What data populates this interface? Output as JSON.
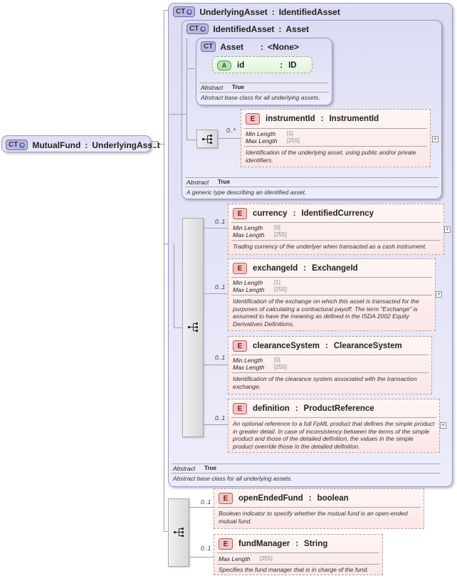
{
  "root": {
    "badge": "CT",
    "name": "MutualFund",
    "sep": ":",
    "type": "UnderlyingAsset"
  },
  "underlying": {
    "badge": "CT",
    "name": "UnderlyingAsset",
    "sep": ":",
    "type": "IdentifiedAsset",
    "abstract_label": "Abstract",
    "abstract_value": "True",
    "doc": "Abstract base class for all underlying assets."
  },
  "identified": {
    "badge": "CT",
    "name": "IdentifiedAsset",
    "sep": ":",
    "type": "Asset",
    "abstract_label": "Abstract",
    "abstract_value": "True",
    "doc": "A generic type describing an identified asset."
  },
  "asset": {
    "badge": "CT",
    "name": "Asset",
    "sep": ":",
    "type": "<None>",
    "abstract_label": "Abstract",
    "abstract_value": "True",
    "doc": "Abstract base class for all underlying assets.",
    "attribute": {
      "badge": "A",
      "name": "id",
      "sep": ":",
      "type": "ID"
    }
  },
  "elements": {
    "instrumentId": {
      "badge": "E",
      "name": "instrumentId",
      "sep": ":",
      "type": "InstrumentId",
      "card": "0..*",
      "min_label": "Min Length",
      "min_value": "[1]",
      "max_label": "Max Length",
      "max_value": "[255]",
      "doc": "Identification of the underlying asset, using public and/or private identifiers."
    },
    "currency": {
      "badge": "E",
      "name": "currency",
      "sep": ":",
      "type": "IdentifiedCurrency",
      "card": "0..1",
      "min_label": "Min Length",
      "min_value": "[0]",
      "max_label": "Max Length",
      "max_value": "[255]",
      "doc": "Trading currency of the underlyer when transacted as a cash instrument."
    },
    "exchangeId": {
      "badge": "E",
      "name": "exchangeId",
      "sep": ":",
      "type": "ExchangeId",
      "card": "0..1",
      "min_label": "Min Length",
      "min_value": "[1]",
      "max_label": "Max Length",
      "max_value": "[255]",
      "doc": "Identification of the exchange on which this asset is transacted for the purposes of calculating a contractural payoff. The term \"Exchange\" is assumed to have the meaning as defined in the ISDA 2002 Equity Derivatives Definitions."
    },
    "clearanceSystem": {
      "badge": "E",
      "name": "clearanceSystem",
      "sep": ":",
      "type": "ClearanceSystem",
      "card": "0..1",
      "min_label": "Min Length",
      "min_value": "[0]",
      "max_label": "Max Length",
      "max_value": "[255]",
      "doc": "Identification of the clearance system associated with the transaction exchange."
    },
    "definition": {
      "badge": "E",
      "name": "definition",
      "sep": ":",
      "type": "ProductReference",
      "card": "0..1",
      "doc": "An optional reference to a full FpML product that defines the simple product in greater detail. In case of inconsistency between the terms of the simple product and those of the detailed definition, the values in the simple product override those in the detailed definition."
    },
    "openEndedFund": {
      "badge": "E",
      "name": "openEndedFund",
      "sep": ":",
      "type": "boolean",
      "card": "0..1",
      "doc": "Boolean indicator to specify whether the mutual fund is an open-ended mutual fund."
    },
    "fundManager": {
      "badge": "E",
      "name": "fundManager",
      "sep": ":",
      "type": "String",
      "card": "0..1",
      "max_label": "Max Length",
      "max_value": "[255]",
      "doc": "Specifies the fund manager that is in charge of the fund."
    }
  },
  "expander_symbol": "+",
  "collapse_symbol": "−"
}
